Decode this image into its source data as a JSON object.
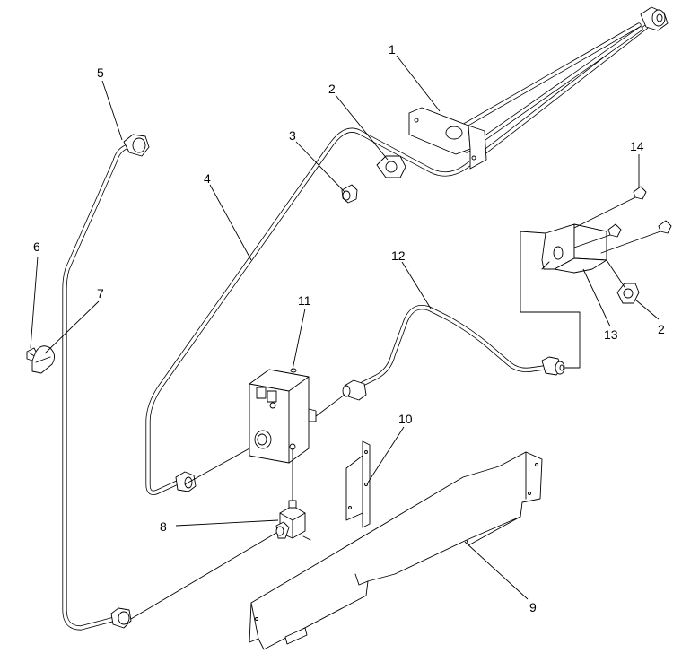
{
  "callouts": [
    {
      "id": "c1",
      "label": "1"
    },
    {
      "id": "c2a",
      "label": "2"
    },
    {
      "id": "c2b",
      "label": "2"
    },
    {
      "id": "c3",
      "label": "3"
    },
    {
      "id": "c4",
      "label": "4"
    },
    {
      "id": "c5",
      "label": "5"
    },
    {
      "id": "c6",
      "label": "6"
    },
    {
      "id": "c7",
      "label": "7"
    },
    {
      "id": "c8",
      "label": "8"
    },
    {
      "id": "c9",
      "label": "9"
    },
    {
      "id": "c10",
      "label": "10"
    },
    {
      "id": "c11",
      "label": "11"
    },
    {
      "id": "c12",
      "label": "12"
    },
    {
      "id": "c13",
      "label": "13"
    },
    {
      "id": "c14",
      "label": "14"
    }
  ]
}
